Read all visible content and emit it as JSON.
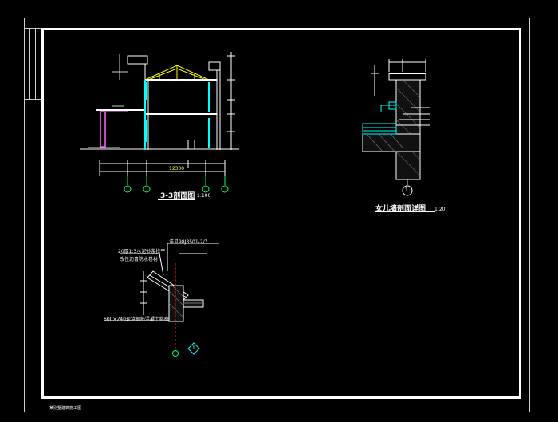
{
  "drawing": {
    "section_title": "3-3剖面图",
    "section_scale": "1:100",
    "parapet_title": "女儿墙剖面详图",
    "parapet_scale": "1:20",
    "parapet_marker": "1",
    "eave_note_1": "20厚1:3水泥砂浆找平",
    "eave_note_2": "改性沥青防水卷材",
    "eave_ref": "详见98J3501-2/7.",
    "eave_bottom_note": "600×240现浇钢筋混凝土挑檐",
    "eave_marker": "1",
    "bottom_left_text": "某别墅建筑施工图",
    "dim_total": "12300"
  },
  "colors": {
    "background": "#000000",
    "frame": "#ffffff",
    "yellow": "#ffff00",
    "cyan": "#00ffff",
    "magenta": "#ff66ff",
    "green": "#00ff66",
    "red": "#ff2020"
  }
}
